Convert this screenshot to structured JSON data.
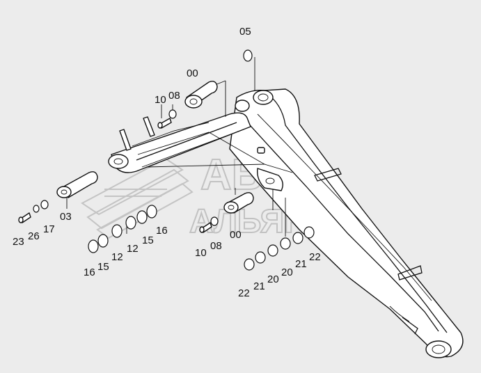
{
  "watermark": {
    "line1": "АВТО",
    "line2": "АЛЬЯНС"
  },
  "labels": {
    "top_pin_label": "05",
    "upper_pin_label": "00",
    "upper_bolt_label": "10",
    "upper_washer_label": "08",
    "left_pin_label": "03",
    "bolt_23": "23",
    "washer_26": "26",
    "washer_17": "17",
    "shim_12_a": "12",
    "shim_15_a": "15",
    "shim_16_a": "16",
    "shim_16_b": "16",
    "shim_15_b": "15",
    "shim_12_b": "12",
    "middle_pin_label": "00",
    "lower_bolt_label": "10",
    "lower_washer_label": "08",
    "shim_22_a": "22",
    "shim_21_a": "21",
    "shim_20_a": "20",
    "shim_20_b": "20",
    "shim_21_b": "21",
    "shim_22_b": "22"
  },
  "colors": {
    "background": "#ececec",
    "ink": "#111111",
    "watermark": "#c4c4c4"
  }
}
